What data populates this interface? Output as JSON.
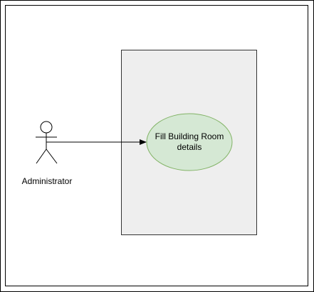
{
  "diagram": {
    "actor": {
      "label": "Administrator",
      "icon": "stick-figure-icon"
    },
    "use_case": {
      "label": "Fill Building Room details"
    },
    "relation": {
      "type": "association-arrow",
      "from": "Administrator",
      "to": "Fill Building Room details"
    }
  },
  "colors": {
    "outer_border": "#000000",
    "system_boundary_fill": "#eeeeee",
    "system_boundary_stroke": "#333333",
    "use_case_fill": "#d5e8d4",
    "use_case_stroke": "#82b366",
    "line": "#000000"
  }
}
